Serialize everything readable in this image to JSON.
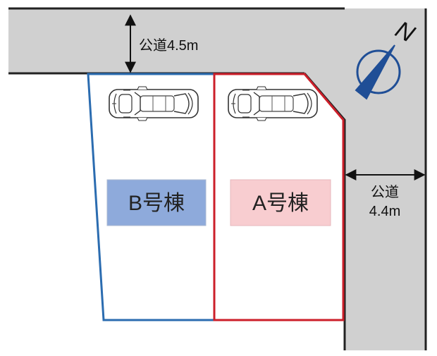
{
  "roads": {
    "north_road": {
      "label": "公道4.5m"
    },
    "east_road": {
      "label_line1": "公道",
      "label_line2": "4.4m"
    }
  },
  "buildings": {
    "a": {
      "label": "A号棟",
      "outline_color": "#cc1f2a",
      "label_bg": "#f8cdd0"
    },
    "b": {
      "label": "B号棟",
      "outline_color": "#2b6cb0",
      "label_bg": "#8eaadb"
    }
  },
  "compass": {
    "letter": "N",
    "color": "#1f4e96"
  },
  "colors": {
    "road": "#d0d0d0",
    "road_edge": "#222222"
  }
}
